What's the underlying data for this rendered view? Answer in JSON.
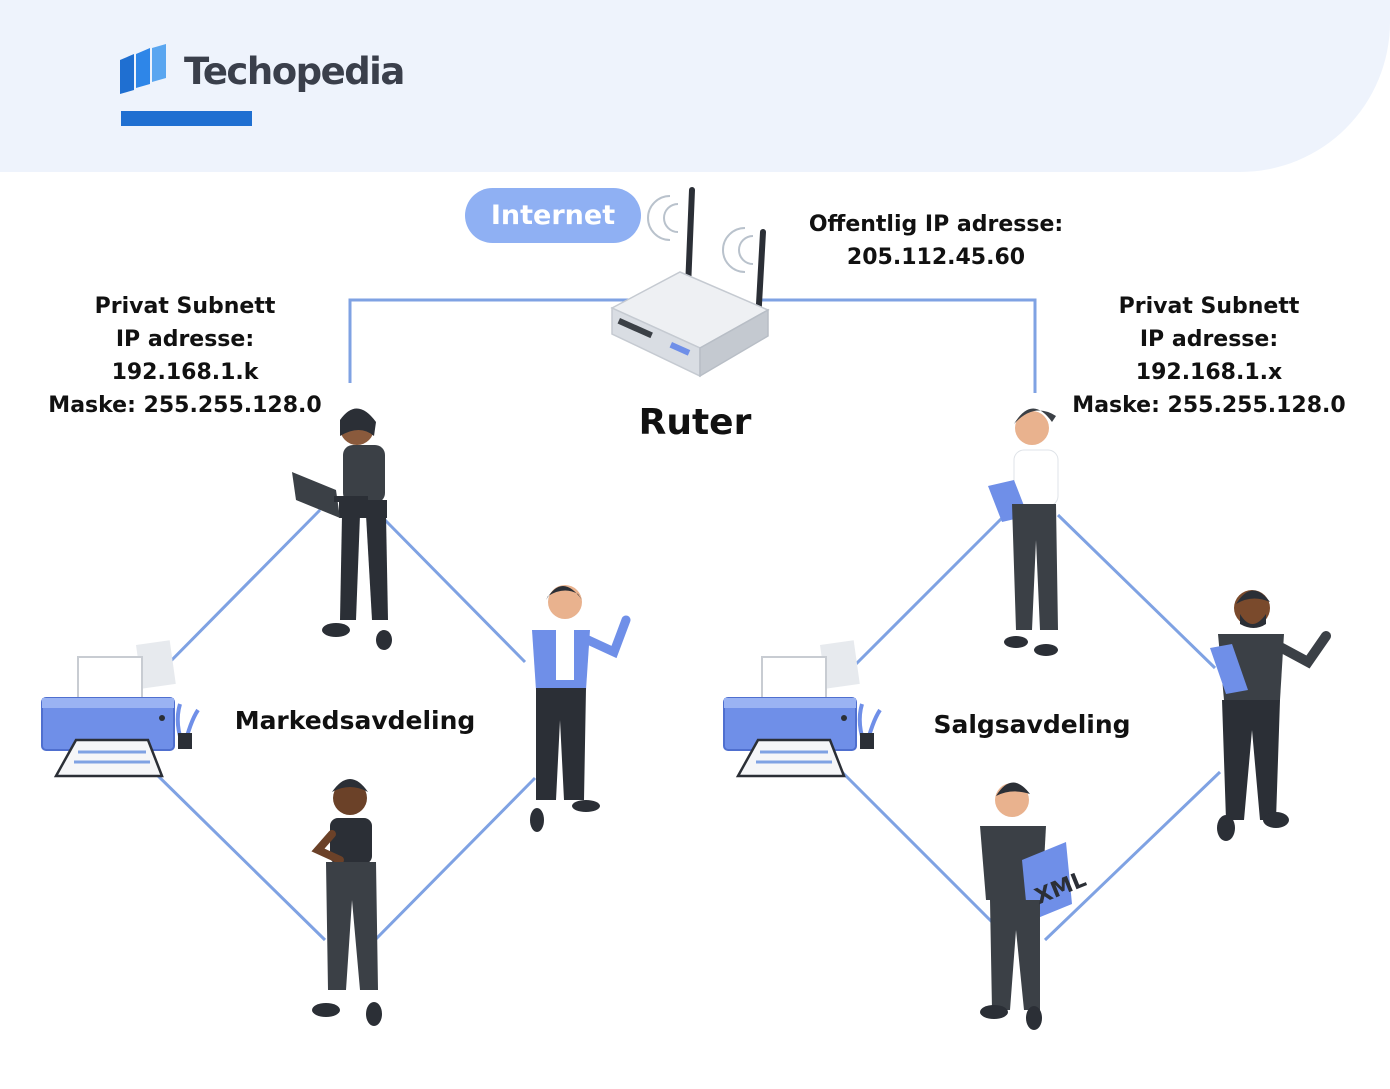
{
  "brand": {
    "name": "Techopedia"
  },
  "internet": {
    "label": "Internet"
  },
  "router": {
    "label": "Ruter",
    "public_ip_label": "Offentlig IP adresse:",
    "public_ip_value": "205.112.45.60"
  },
  "left_subnet": {
    "title": "Privat Subnett",
    "ip": "IP adresse: 192.168.1.k",
    "mask": "Maske: 255.255.128.0",
    "department": "Markedsavdeling"
  },
  "right_subnet": {
    "title": "Privat Subnett",
    "ip": "IP adresse: 192.168.1.x",
    "mask": "Maske: 255.255.128.0",
    "department": "Salgsavdeling"
  },
  "document_tag": "XML",
  "colors": {
    "header_bg": "#eef3fc",
    "accent_blue": "#1f6fd1",
    "line_blue": "#7fa2e3",
    "pill_blue": "#8fb0f3",
    "printer_blue": "#6f8fe8",
    "person_dark": "#3b4046"
  }
}
